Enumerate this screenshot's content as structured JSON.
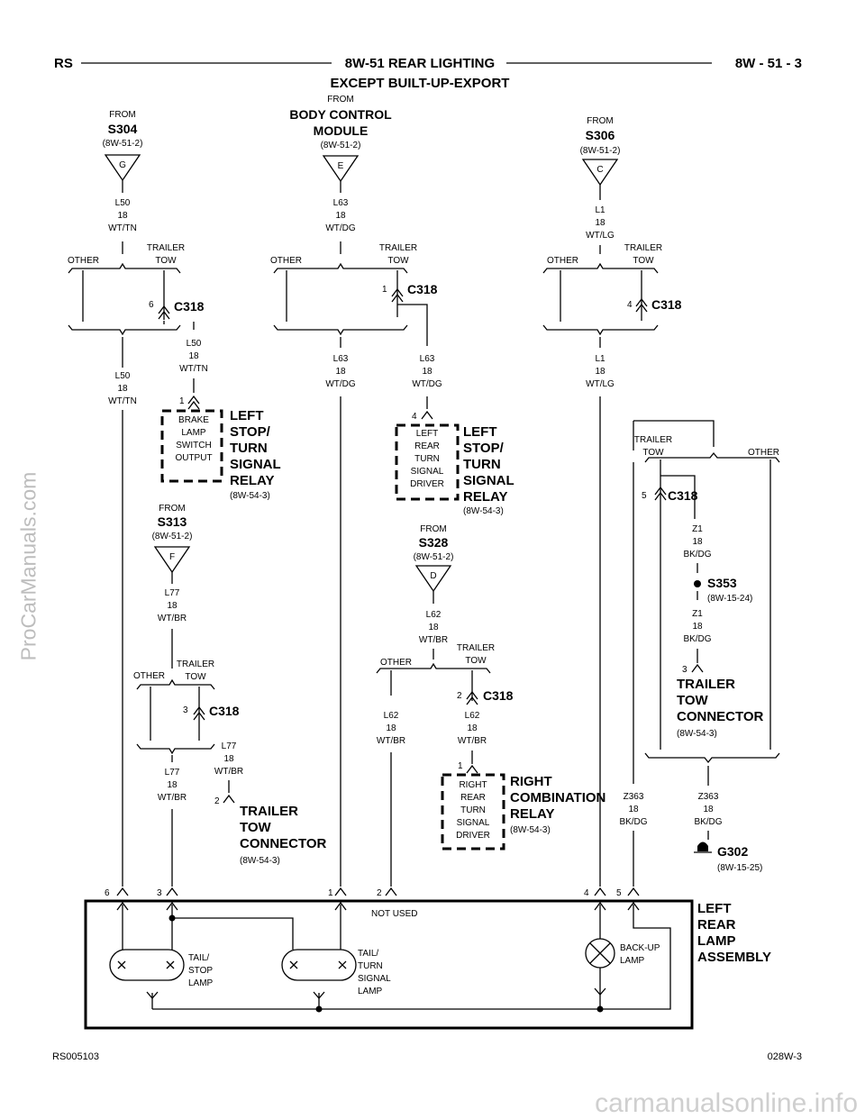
{
  "header": {
    "left_code": "RS",
    "title_line1": "8W-51 REAR LIGHTING",
    "title_line2": "EXCEPT BUILT-UP-EXPORT",
    "page": "8W - 51 - 3"
  },
  "footer": {
    "left": "RS005103",
    "right": "028W-3"
  },
  "watermarks": {
    "side": "ProCarManuals.com",
    "bottom": "carmanualsonline.info"
  },
  "common": {
    "from": "FROM",
    "other": "OTHER",
    "trailer": "TRAILER",
    "tow": "TOW",
    "c318": "C318",
    "gauge": "18",
    "not_used": "NOT USED"
  },
  "sources": {
    "s304": {
      "name": "S304",
      "ref": "(8W-51-2)",
      "pin": "G"
    },
    "bcm": {
      "name1": "BODY CONTROL",
      "name2": "MODULE",
      "ref": "(8W-51-2)",
      "pin": "E"
    },
    "s306": {
      "name": "S306",
      "ref": "(8W-51-2)",
      "pin": "C"
    },
    "s313": {
      "name": "S313",
      "ref": "(8W-51-2)",
      "pin": "F"
    },
    "s328": {
      "name": "S328",
      "ref": "(8W-51-2)",
      "pin": "D"
    }
  },
  "wires": {
    "l50": "L50",
    "wt_tn": "WT/TN",
    "l63": "L63",
    "wt_dg": "WT/DG",
    "l1": "L1",
    "wt_lg": "WT/LG",
    "l77": "L77",
    "wt_br": "WT/BR",
    "l62": "L62",
    "z1": "Z1",
    "z363": "Z363",
    "bk_dg": "BK/DG"
  },
  "pins": {
    "p1": "1",
    "p2": "2",
    "p3": "3",
    "p4": "4",
    "p5": "5",
    "p6": "6"
  },
  "relays": {
    "left1": {
      "inner": [
        "BRAKE",
        "LAMP",
        "SWITCH",
        "OUTPUT"
      ],
      "title": [
        "LEFT",
        "STOP/",
        "TURN",
        "SIGNAL",
        "RELAY"
      ],
      "ref": "(8W-54-3)"
    },
    "left2": {
      "inner": [
        "LEFT",
        "REAR",
        "TURN",
        "SIGNAL",
        "DRIVER"
      ],
      "title": [
        "LEFT",
        "STOP/",
        "TURN",
        "SIGNAL",
        "RELAY"
      ],
      "ref": "(8W-54-3)"
    },
    "right": {
      "inner": [
        "RIGHT",
        "REAR",
        "TURN",
        "SIGNAL",
        "DRIVER"
      ],
      "title": [
        "RIGHT",
        "COMBINATION",
        "RELAY"
      ],
      "ref": "(8W-54-3)"
    }
  },
  "connectors": {
    "trailer_tow": {
      "title": [
        "TRAILER",
        "TOW",
        "CONNECTOR"
      ],
      "ref": "(8W-54-3)"
    }
  },
  "splices": {
    "s353": {
      "name": "S353",
      "ref": "(8W-15-24)"
    },
    "g302": {
      "name": "G302",
      "ref": "(8W-15-25)"
    }
  },
  "assembly": {
    "title": [
      "LEFT",
      "REAR",
      "LAMP",
      "ASSEMBLY"
    ],
    "tail_stop": [
      "TAIL/",
      "STOP",
      "LAMP"
    ],
    "tail_turn": [
      "TAIL/",
      "TURN",
      "SIGNAL",
      "LAMP"
    ],
    "backup": [
      "BACK-UP",
      "LAMP"
    ]
  }
}
